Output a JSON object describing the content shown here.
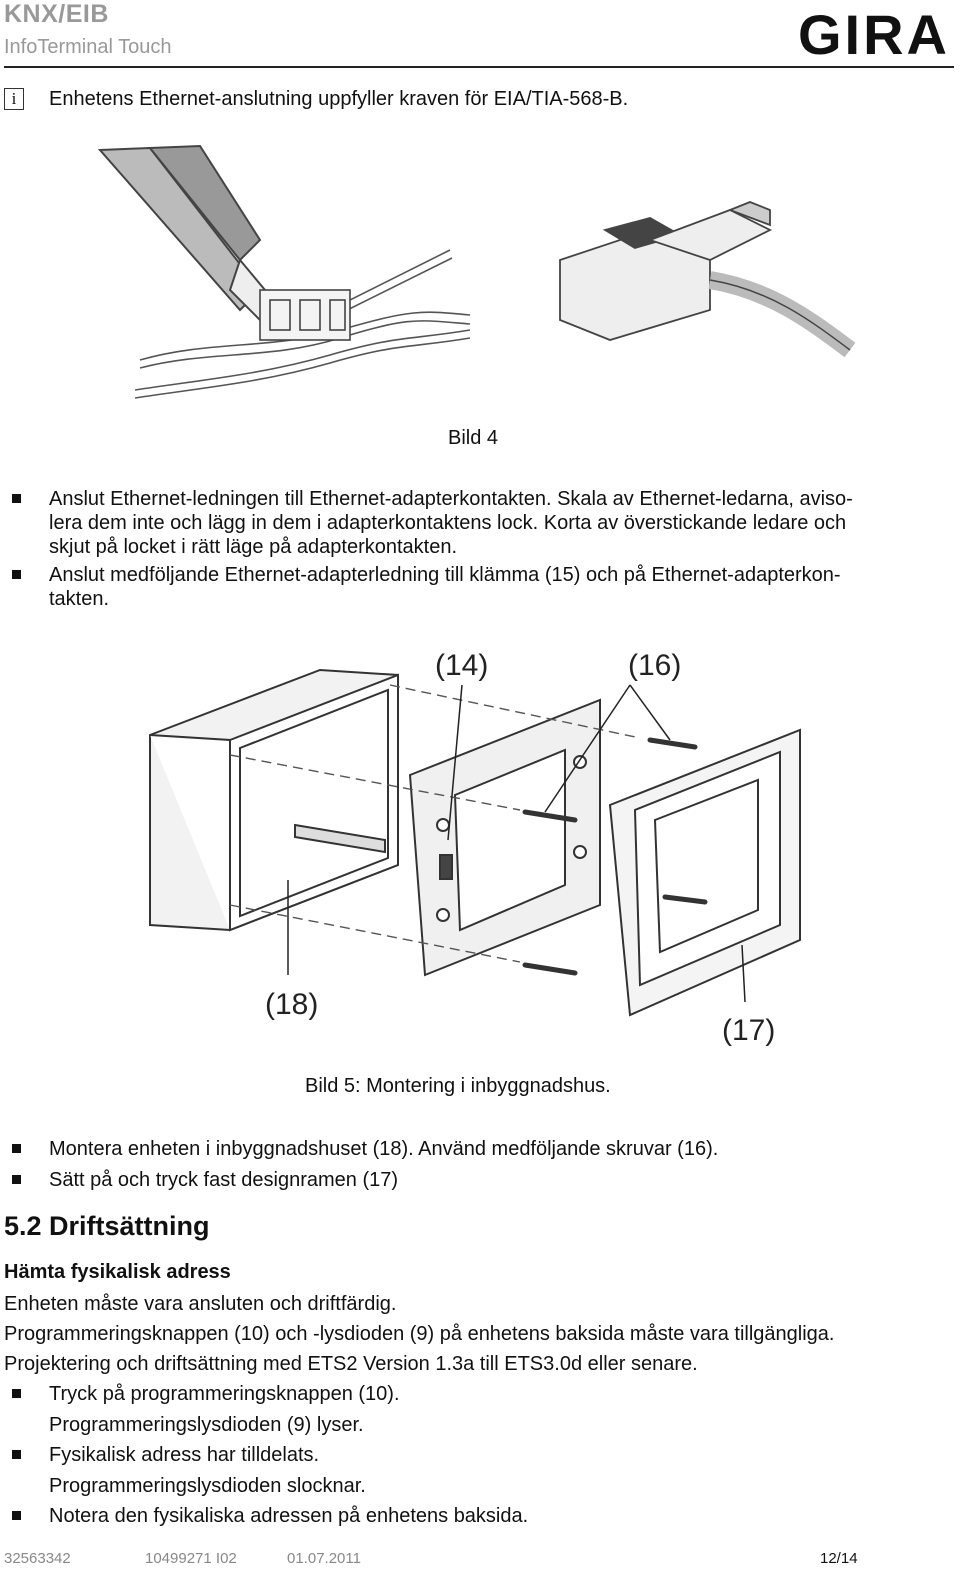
{
  "header": {
    "title": "KNX/EIB",
    "subtitle": "InfoTerminal Touch",
    "logo": "GIRA"
  },
  "info_note": {
    "icon": "info-icon",
    "icon_glyph": "i",
    "text": "Enhetens Ethernet-anslutning uppfyller kraven för EIA/TIA-568-B."
  },
  "figure4": {
    "caption": "Bild 4"
  },
  "bullets_a": [
    {
      "lines": [
        "Anslut Ethernet-ledningen till Ethernet-adapterkontakten. Skala av Ethernet-ledarna, aviso-",
        "lera dem inte och lägg in dem i adapterkontaktens lock. Korta av överstickande ledare och",
        "skjut på locket i rätt läge på adapterkontakten."
      ]
    },
    {
      "lines": [
        "Anslut medföljande Ethernet-adapterledning till klämma (15) och på Ethernet-adapterkon-",
        "takten."
      ]
    }
  ],
  "figure5": {
    "caption": "Bild 5: Montering i inbyggnadshus.",
    "labels": {
      "l14": "(14)",
      "l16": "(16)",
      "l18": "(18)",
      "l17": "(17)"
    }
  },
  "bullets_b": [
    "Montera enheten i inbyggnadshuset (18). Använd medföljande skruvar (16).",
    "Sätt på och tryck fast designramen (17)"
  ],
  "section": {
    "heading": "5.2 Driftsättning",
    "subheading": "Hämta fysikalisk adress",
    "paragraphs": [
      "Enheten måste vara ansluten och driftfärdig.",
      "Programmeringsknappen (10) och -lysdioden (9) på enhetens baksida måste vara tillgängliga.",
      "Projektering och driftsättning med ETS2 Version 1.3a till ETS3.0d eller senare."
    ],
    "steps": [
      {
        "text": "Tryck på programmeringsknappen (10).",
        "result": "Programmeringslysdioden (9) lyser."
      },
      {
        "text": "Fysikalisk adress har tilldelats.",
        "result": "Programmeringslysdioden slocknar."
      },
      {
        "text": "Notera den fysikaliska adressen på enhetens baksida.",
        "result": ""
      }
    ]
  },
  "footer": {
    "doc_no": "32563342",
    "ref": "10499271  I02",
    "date": "01.07.2011",
    "page": "12/14"
  }
}
